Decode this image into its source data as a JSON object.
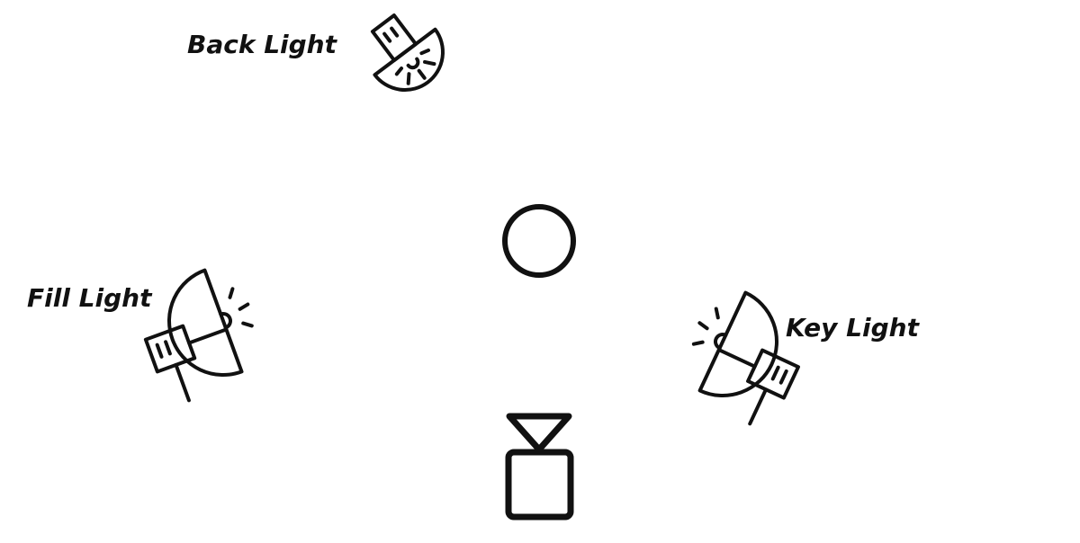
{
  "colors": {
    "stroke": "#111111",
    "background": "#ffffff"
  },
  "lights": {
    "back": {
      "label": "Back Light"
    },
    "fill": {
      "label": "Fill Light"
    },
    "key": {
      "label": "Key Light"
    }
  },
  "subject": {
    "icon": "circle-subject-icon"
  },
  "camera": {
    "icon": "camera-icon"
  }
}
